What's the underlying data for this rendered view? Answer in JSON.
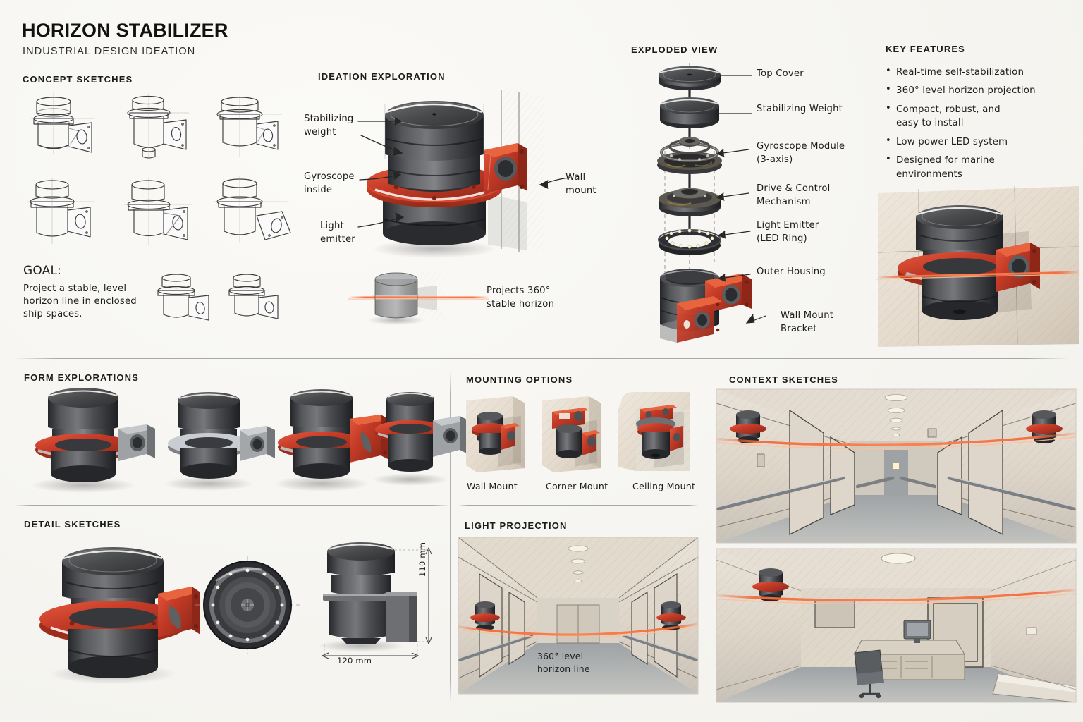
{
  "header": {
    "title": "HORIZON STABILIZER",
    "subtitle": "INDUSTRIAL DESIGN IDEATION"
  },
  "sections": {
    "concept_sketches": "CONCEPT SKETCHES",
    "ideation_exploration": "IDEATION EXPLORATION",
    "exploded_view": "EXPLODED VIEW",
    "key_features": "KEY FEATURES",
    "form_explorations": "FORM EXPLORATIONS",
    "mounting_options": "MOUNTING OPTIONS",
    "context_sketches": "CONTEXT SKETCHES",
    "detail_sketches": "DETAIL SKETCHES",
    "light_projection": "LIGHT PROJECTION"
  },
  "goal": {
    "label": "GOAL:",
    "line1": "Project a stable, level",
    "line2": "horizon line in enclosed",
    "line3": "ship spaces."
  },
  "ideation_labels": {
    "stabilizing_weight_l1": "Stabilizing",
    "stabilizing_weight_l2": "weight",
    "gyroscope_l1": "Gyroscope",
    "gyroscope_l2": "inside",
    "light_emitter_l1": "Light",
    "light_emitter_l2": "emitter",
    "wall_mount_l1": "Wall",
    "wall_mount_l2": "mount",
    "projects_l1": "Projects 360°",
    "projects_l2": "stable horizon"
  },
  "exploded_labels": [
    {
      "l1": "Top Cover",
      "l2": ""
    },
    {
      "l1": "Stabilizing Weight",
      "l2": ""
    },
    {
      "l1": "Gyroscope Module",
      "l2": "(3-axis)"
    },
    {
      "l1": "Drive & Control",
      "l2": "Mechanism"
    },
    {
      "l1": "Light Emitter",
      "l2": "(LED Ring)"
    },
    {
      "l1": "Outer Housing",
      "l2": ""
    },
    {
      "l1": "Wall Mount",
      "l2": "Bracket"
    }
  ],
  "key_features": [
    "Real-time self-stabilization",
    "360° level horizon projection",
    "Compact, robust, and\neasy to install",
    "Low power LED system",
    "Designed for marine\nenvironments"
  ],
  "key_features_lines": [
    {
      "a": "Real-time self-stabilization",
      "b": ""
    },
    {
      "a": "360° level horizon projection",
      "b": ""
    },
    {
      "a": "Compact, robust, and",
      "b": "easy to install"
    },
    {
      "a": "Low power LED system",
      "b": ""
    },
    {
      "a": "Designed for marine",
      "b": "environments"
    }
  ],
  "mounting_options": [
    "Wall Mount",
    "Corner Mount",
    "Ceiling Mount"
  ],
  "dimensions": {
    "height": "110 mm",
    "width": "120 mm"
  },
  "light_projection_caption": {
    "l1": "360° level",
    "l2": "horizon line"
  },
  "colors": {
    "accent_red": "#c63c28",
    "laser_orange": "#f05a28",
    "paper": "#f7f6f2",
    "ink": "#1a1a1a",
    "metal_dark": "#3b3b3c",
    "metal_mid": "#6e6f70"
  }
}
